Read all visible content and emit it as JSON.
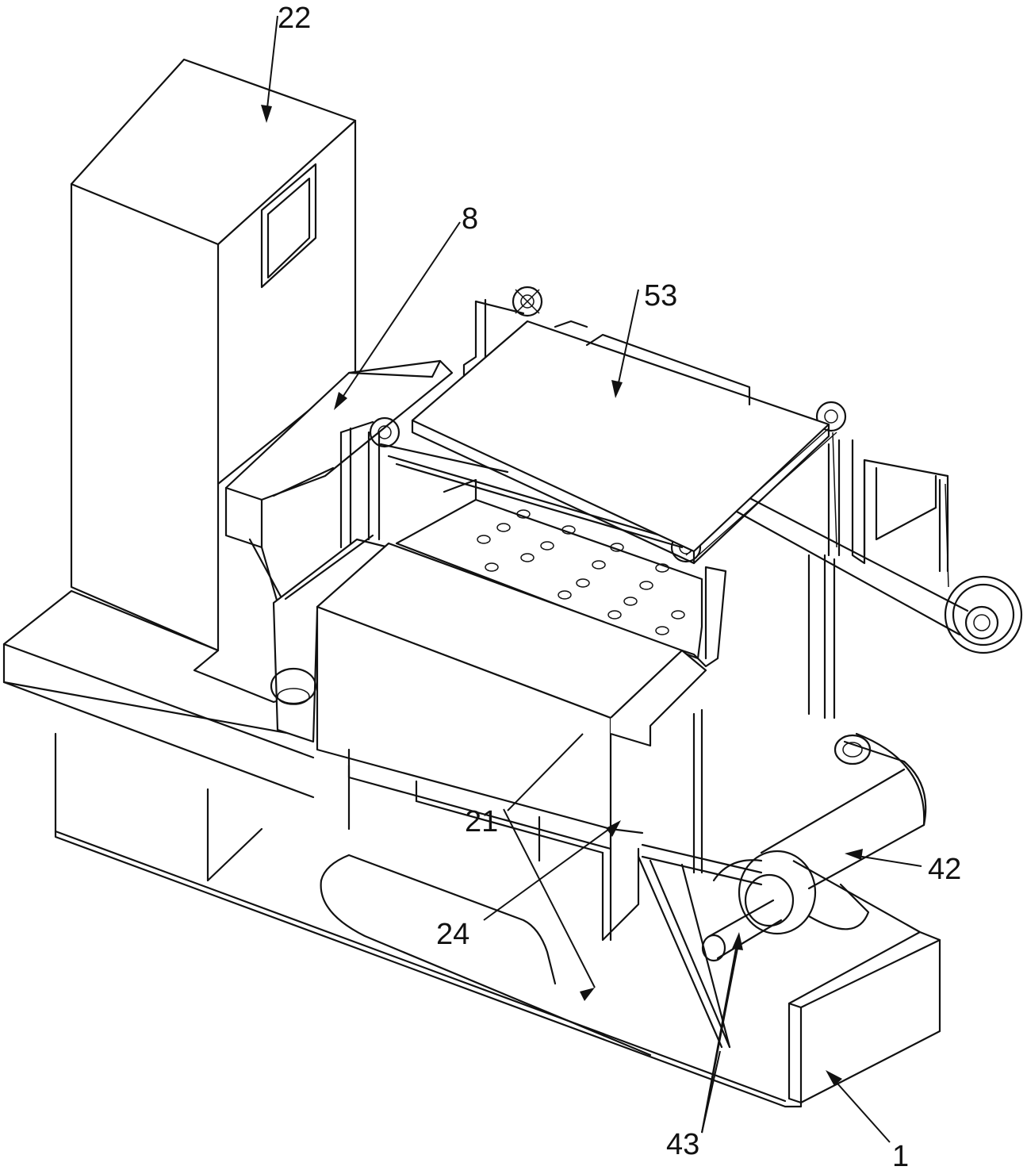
{
  "labels": {
    "l22": "22",
    "l8": "8",
    "l53": "53",
    "l42": "42",
    "l24": "24",
    "l21": "21",
    "l43": "43",
    "l1": "1"
  }
}
